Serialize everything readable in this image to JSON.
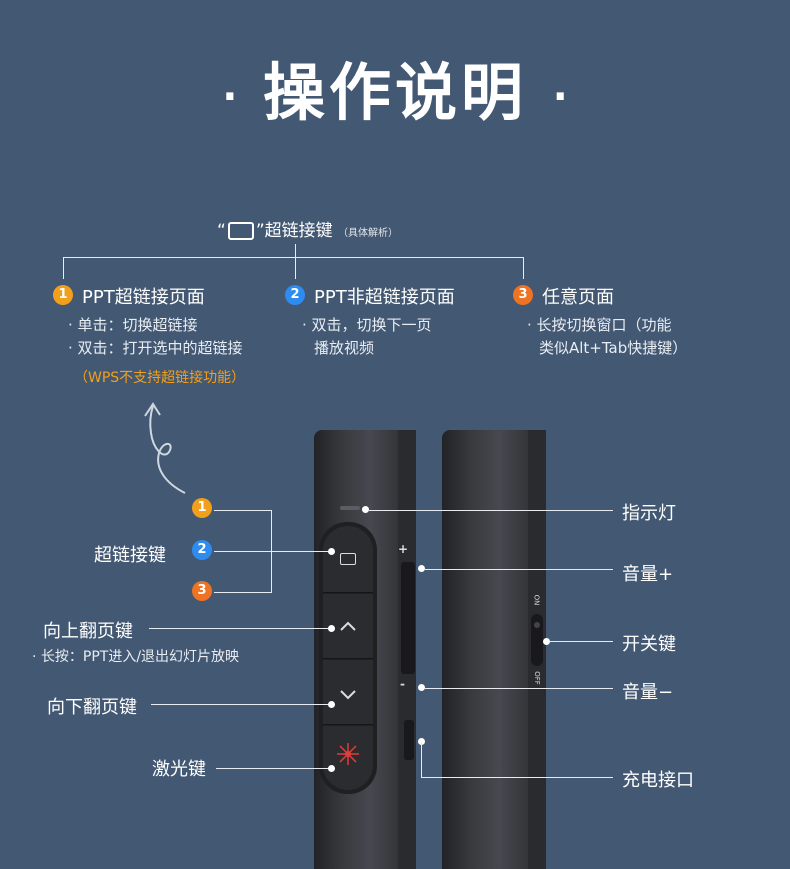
{
  "title": {
    "dot_left": "·",
    "text": "操作说明",
    "dot_right": "·"
  },
  "hyperlink_key": {
    "quote_open": "“",
    "quote_close": "”",
    "label": "超链接键",
    "note": "（具体解析）"
  },
  "sections": [
    {
      "num": "1",
      "head": "PPT超链接页面",
      "lines": [
        "· 单击：切换超链接",
        "· 双击：打开选中的超链接"
      ],
      "note": "（WPS不支持超链接功能）"
    },
    {
      "num": "2",
      "head": "PPT非超链接页面",
      "lines": [
        "· 双击，切换下一页",
        "播放视频"
      ]
    },
    {
      "num": "3",
      "head": "任意页面",
      "lines": [
        "· 长按切换窗口（功能",
        "类似Alt+Tab快捷键）"
      ]
    }
  ],
  "left_labels": {
    "hyperlink": "超链接键",
    "page_up": "向上翻页键",
    "page_up_sub": "· 长按：PPT进入/退出幻灯片放映",
    "page_down": "向下翻页键",
    "laser": "激光键"
  },
  "badges": [
    "1",
    "2",
    "3"
  ],
  "right_labels": {
    "indicator": "指示灯",
    "volume_up": "音量+",
    "power": "开关键",
    "volume_down": "音量−",
    "charging": "充电接口"
  },
  "device_marks": {
    "plus": "+",
    "minus": "-",
    "on": "ON",
    "off": "OFF"
  },
  "colors": {
    "background": "#435872",
    "orange": "#f2a01c",
    "blue": "#2e8cf0",
    "deep_orange": "#ef7322",
    "laser_red": "#e83a3a"
  },
  "icons": [
    "hyperlink-square-icon",
    "chevron-up-icon",
    "chevron-down-icon",
    "laser-burst-icon",
    "curved-arrow-icon"
  ]
}
